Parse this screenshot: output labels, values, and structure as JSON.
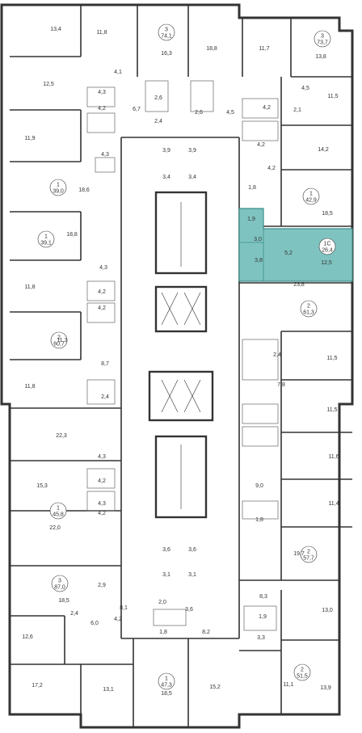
{
  "colors": {
    "background": "#ffffff",
    "wall": "#333333",
    "thin_line": "#666666",
    "highlight_fill": "#7fc3c0",
    "highlight_stroke": "#3e8f8b"
  },
  "highlighted_apartment": {
    "type": "1С",
    "area": "26,4",
    "rooms": [
      "1,9",
      "3,0",
      "3,8",
      "5,2",
      "12,5"
    ]
  },
  "apartment_badges": [
    {
      "type": "3",
      "area": "74,1"
    },
    {
      "type": "3",
      "area": "73,7"
    },
    {
      "type": "1",
      "area": "39,0"
    },
    {
      "type": "1",
      "area": "42,9"
    },
    {
      "type": "1",
      "area": "39,1"
    },
    {
      "type": "1С",
      "area": "26,4"
    },
    {
      "type": "2",
      "area": "61,3"
    },
    {
      "type": "2",
      "area": "60,7"
    },
    {
      "type": "1",
      "area": "45,8"
    },
    {
      "type": "2",
      "area": "57,7"
    },
    {
      "type": "3",
      "area": "87,0"
    },
    {
      "type": "1",
      "area": "47,3"
    },
    {
      "type": "2",
      "area": "51,5"
    }
  ],
  "room_areas": [
    "13,4",
    "11,8",
    "16,3",
    "18,8",
    "11,7",
    "13,8",
    "12,5",
    "4,1",
    "4,3",
    "4,2",
    "6,7",
    "2,6",
    "2,4",
    "2,6",
    "4,5",
    "4,5",
    "4,2",
    "2,1",
    "11,5",
    "11,9",
    "4,3",
    "3,9",
    "3,9",
    "4,2",
    "14,2",
    "18,6",
    "3,4",
    "3,4",
    "4,2",
    "1,8",
    "18,5",
    "18,8",
    "4,3",
    "11,8",
    "4,2",
    "4,2",
    "11,3",
    "23,8",
    "2,4",
    "11,5",
    "8,7",
    "11,8",
    "2,4",
    "7,8",
    "11,5",
    "22,3",
    "4,3",
    "4,2",
    "15,3",
    "4,3",
    "4,2",
    "9,0",
    "11,6",
    "11,4",
    "1,8",
    "22,0",
    "3,6",
    "3,6",
    "19,7",
    "2,9",
    "3,1",
    "3,1",
    "18,5",
    "8,1",
    "2,0",
    "3,6",
    "8,3",
    "13,0",
    "1,9",
    "3,3",
    "12,6",
    "2,4",
    "6,0",
    "4,2",
    "1,8",
    "8,2",
    "17,2",
    "13,1",
    "18,5",
    "15,2",
    "11,1",
    "13,9"
  ]
}
